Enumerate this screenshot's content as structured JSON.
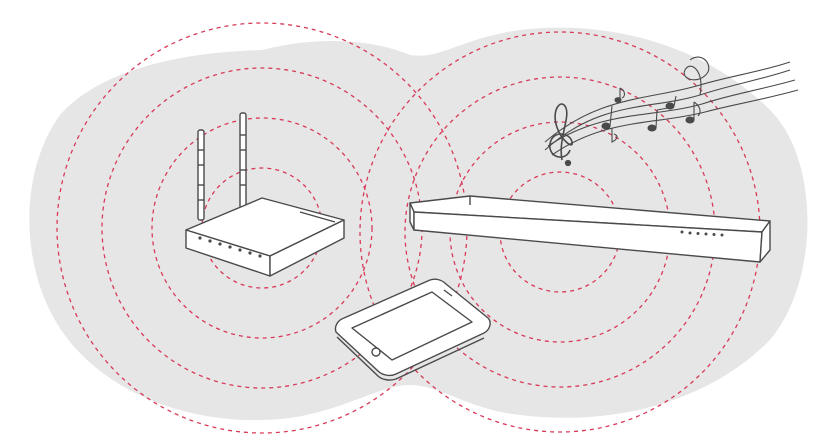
{
  "diagram": {
    "kind": "wireless connection illustration",
    "devices": [
      {
        "id": "router",
        "icon": "wifi-router-icon"
      },
      {
        "id": "smartphone",
        "icon": "smartphone-icon"
      },
      {
        "id": "soundbar",
        "icon": "soundbar-icon"
      },
      {
        "id": "music",
        "icon": "music-notes-icon"
      }
    ],
    "signal_rings": {
      "router": {
        "count": 4
      },
      "soundbar": {
        "count": 4
      }
    }
  },
  "colors": {
    "background_blob": "#e6e6e6",
    "signal_ring": "#d83a5a",
    "device_fill": "#ffffff",
    "device_stroke": "#4a4a4a"
  }
}
